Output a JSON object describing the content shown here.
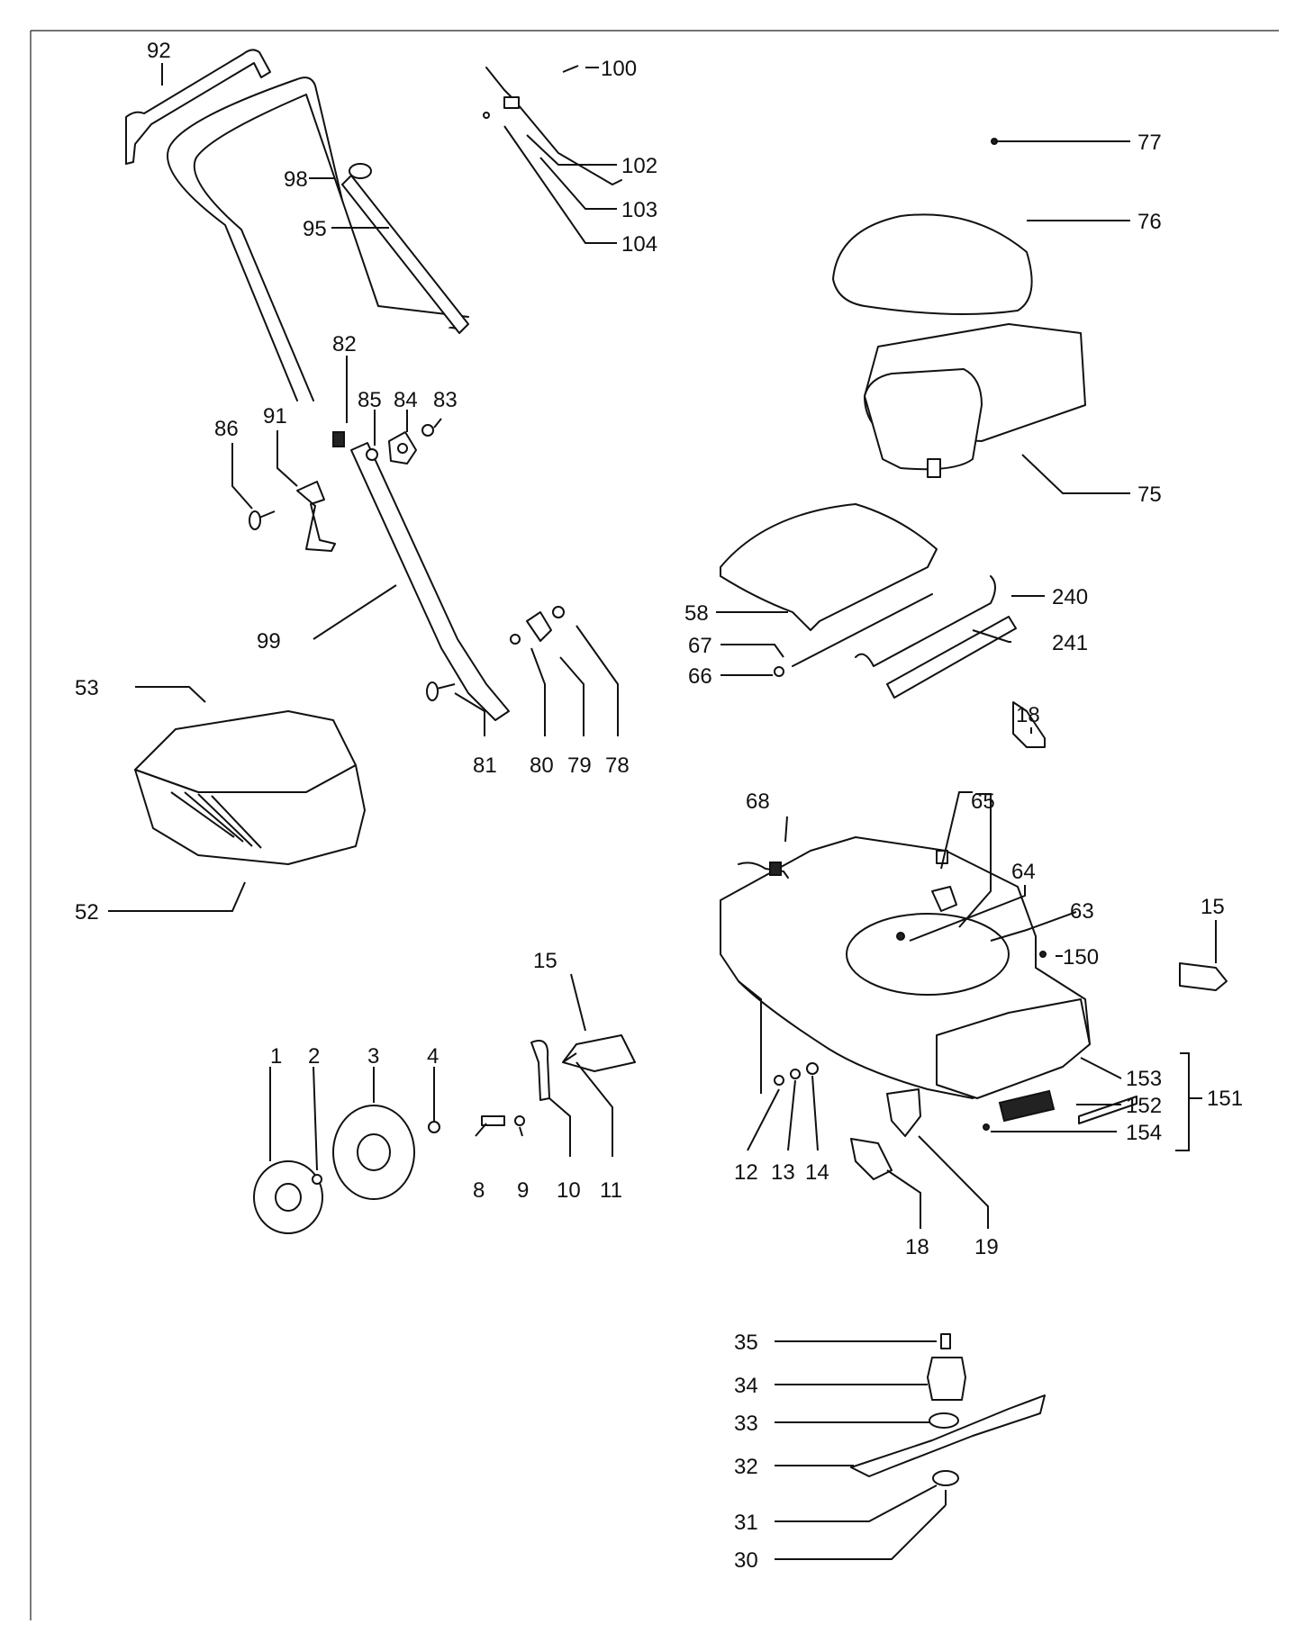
{
  "labels": {
    "p1": "1",
    "p2": "2",
    "p3": "3",
    "p4": "4",
    "p8": "8",
    "p9": "9",
    "p10": "10",
    "p11": "11",
    "p12": "12",
    "p13": "13",
    "p14": "14",
    "p15a": "15",
    "p15b": "15",
    "p18a": "18",
    "p18b": "18",
    "p19": "19",
    "p30": "30",
    "p31": "31",
    "p32": "32",
    "p33": "33",
    "p34": "34",
    "p35": "35",
    "p52": "52",
    "p53": "53",
    "p58": "58",
    "p63": "63",
    "p64": "64",
    "p65": "65",
    "p66": "66",
    "p67": "67",
    "p68": "68",
    "p75": "75",
    "p76": "76",
    "p77": "77",
    "p78": "78",
    "p79": "79",
    "p80": "80",
    "p81": "81",
    "p82": "82",
    "p83": "83",
    "p84": "84",
    "p85": "85",
    "p86": "86",
    "p91": "91",
    "p92": "92",
    "p95": "95",
    "p98": "98",
    "p99": "99",
    "p100": "100",
    "p102": "102",
    "p103": "103",
    "p104": "104",
    "p150": "150",
    "p151": "151",
    "p152": "152",
    "p153": "153",
    "p154": "154",
    "p240": "240",
    "p241": "241"
  }
}
